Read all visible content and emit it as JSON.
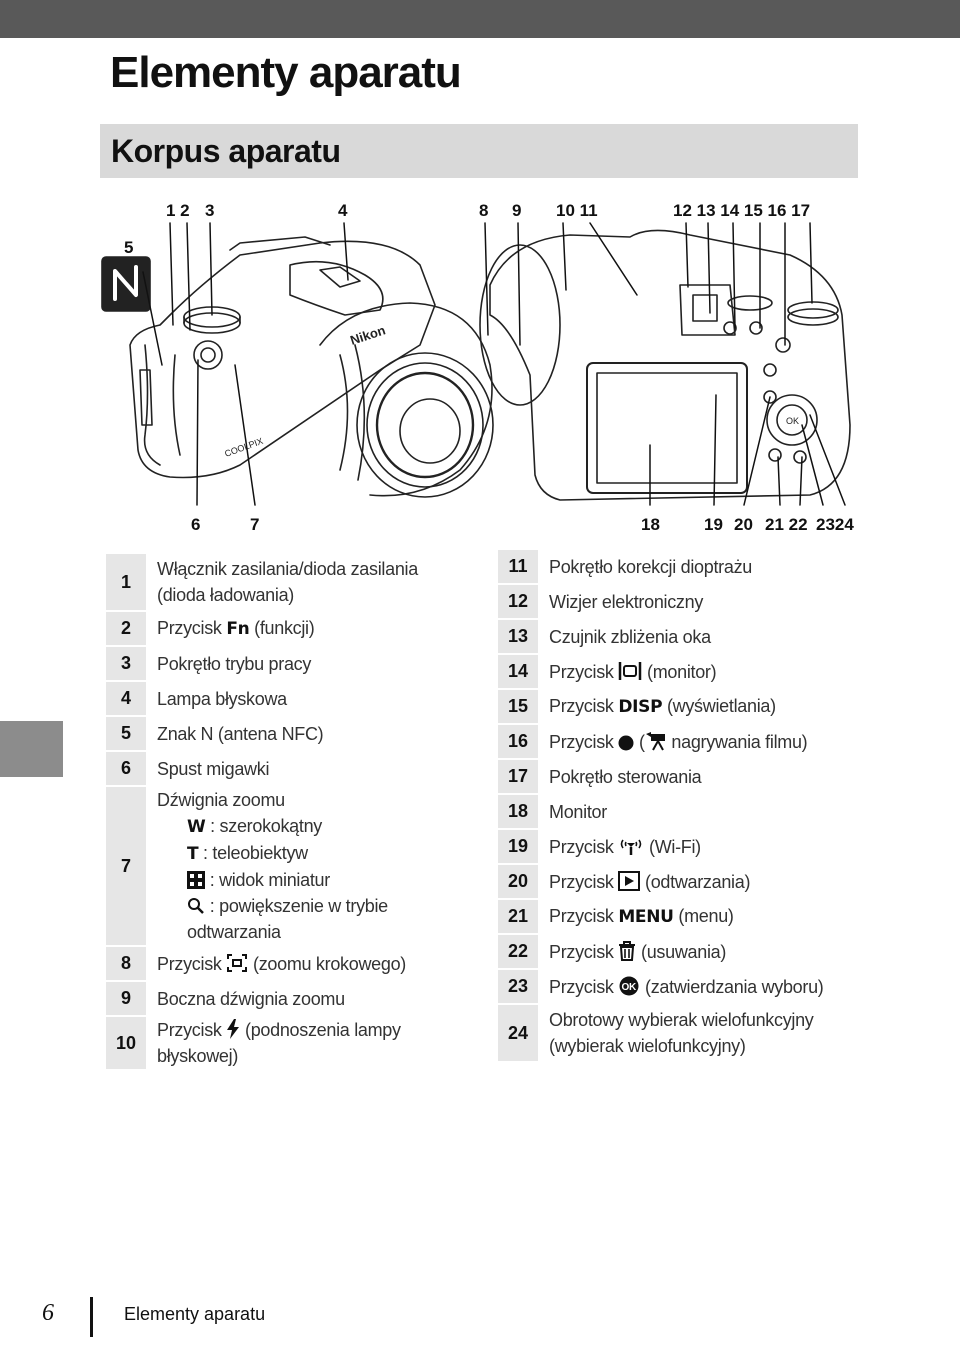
{
  "page_title": "Elementy aparatu",
  "section_title": "Korpus aparatu",
  "figure": {
    "callouts": [
      "5",
      "1 2",
      "3",
      "4",
      "8",
      "9",
      "10 11",
      "12 13 14 15 16 17",
      "6",
      "7",
      "18",
      "19",
      "20",
      "21 22",
      "2324"
    ],
    "logos": {
      "nfc": "N",
      "brand": "Nikon",
      "model": "COOLPIX"
    }
  },
  "left_items": [
    {
      "num": "1",
      "text": "Włącznik zasilania/dioda zasilania",
      "text2": "(dioda ładowania)"
    },
    {
      "num": "2",
      "before": "Przycisk",
      "symbol": "Fn",
      "after": "(funkcji)"
    },
    {
      "num": "3",
      "text": "Pokrętło trybu pracy"
    },
    {
      "num": "4",
      "text": "Lampa błyskowa"
    },
    {
      "num": "5",
      "text": "Znak N (antena NFC)"
    },
    {
      "num": "6",
      "text": "Spust migawki"
    },
    {
      "num": "7",
      "text": "Dźwignia zoomu",
      "subs": [
        {
          "sym": "W",
          "text": ": szerokokątny"
        },
        {
          "sym": "T",
          "text": ": teleobiektyw"
        },
        {
          "sym": "thumbnails-icon",
          "text": ": widok miniatur"
        },
        {
          "sym": "magnify-icon",
          "text": ": powiększenie w trybie",
          "text2": "odtwarzania"
        }
      ]
    },
    {
      "num": "8",
      "before": "Przycisk",
      "symbol": "snapback-zoom-icon",
      "after": "(zoomu krokowego)"
    },
    {
      "num": "9",
      "text": "Boczna dźwignia zoomu"
    },
    {
      "num": "10",
      "before": "Przycisk",
      "symbol": "flash-icon",
      "after": "(podnoszenia lampy błyskowej)"
    }
  ],
  "right_items": [
    {
      "num": "11",
      "text": "Pokrętło korekcji dioptrażu"
    },
    {
      "num": "12",
      "text": "Wizjer elektroniczny"
    },
    {
      "num": "13",
      "text": "Czujnik zbliżenia oka"
    },
    {
      "num": "14",
      "before": "Przycisk",
      "symbol": "monitor-icon",
      "after": "(monitor)"
    },
    {
      "num": "15",
      "before": "Przycisk",
      "symbol": "DISP",
      "after": "(wyświetlania)"
    },
    {
      "num": "16",
      "before": "Przycisk",
      "symbol": "record-icon",
      "after": "nagrywania filmu)"
    },
    {
      "num": "17",
      "text": "Pokrętło sterowania"
    },
    {
      "num": "18",
      "text": "Monitor"
    },
    {
      "num": "19",
      "before": "Przycisk",
      "symbol": "wifi-icon",
      "after": "(Wi-Fi)"
    },
    {
      "num": "20",
      "before": "Przycisk",
      "symbol": "playback-icon",
      "after": "(odtwarzania)"
    },
    {
      "num": "21",
      "before": "Przycisk",
      "symbol": "MENU",
      "after": "(menu)"
    },
    {
      "num": "22",
      "before": "Przycisk",
      "symbol": "trash-icon",
      "after": "(usuwania)"
    },
    {
      "num": "23",
      "before": "Przycisk",
      "symbol": "ok-icon",
      "after": "(zatwierdzania wyboru)"
    },
    {
      "num": "24",
      "text": "Obrotowy wybierak wielofunkcyjny",
      "text2": "(wybierak wielofunkcyjny)"
    }
  ],
  "footer": {
    "page_number": "6",
    "text": "Elementy aparatu"
  },
  "colors": {
    "topbar": "#595959",
    "section_bar": "#d9d9d9",
    "num_cell": "#e6e6e6",
    "side_tab": "#8c8c8c"
  }
}
